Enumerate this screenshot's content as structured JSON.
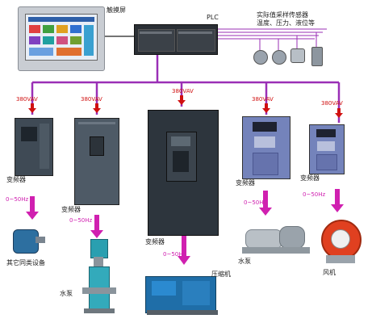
{
  "labels": {
    "touchscreen": "触摸屏",
    "plc": "PLC",
    "sensors_line1": "实际值采样传感器",
    "sensors_line2": "温度、压力、液位等",
    "voltage": "380VAV",
    "inverter": "变频器",
    "freq": "0~50Hz",
    "other_equipment": "其它同类设备",
    "water_pump": "水泵",
    "compressor": "压缩机",
    "fan": "风机"
  },
  "colors": {
    "bus_line": "#9a2fb6",
    "arrow": "#d020b0",
    "power_arrow": "#d01010",
    "inverter_gray": "#4a5866",
    "inverter_blue": "#6f7fb6",
    "pump_cyan": "#2a9fb0"
  }
}
